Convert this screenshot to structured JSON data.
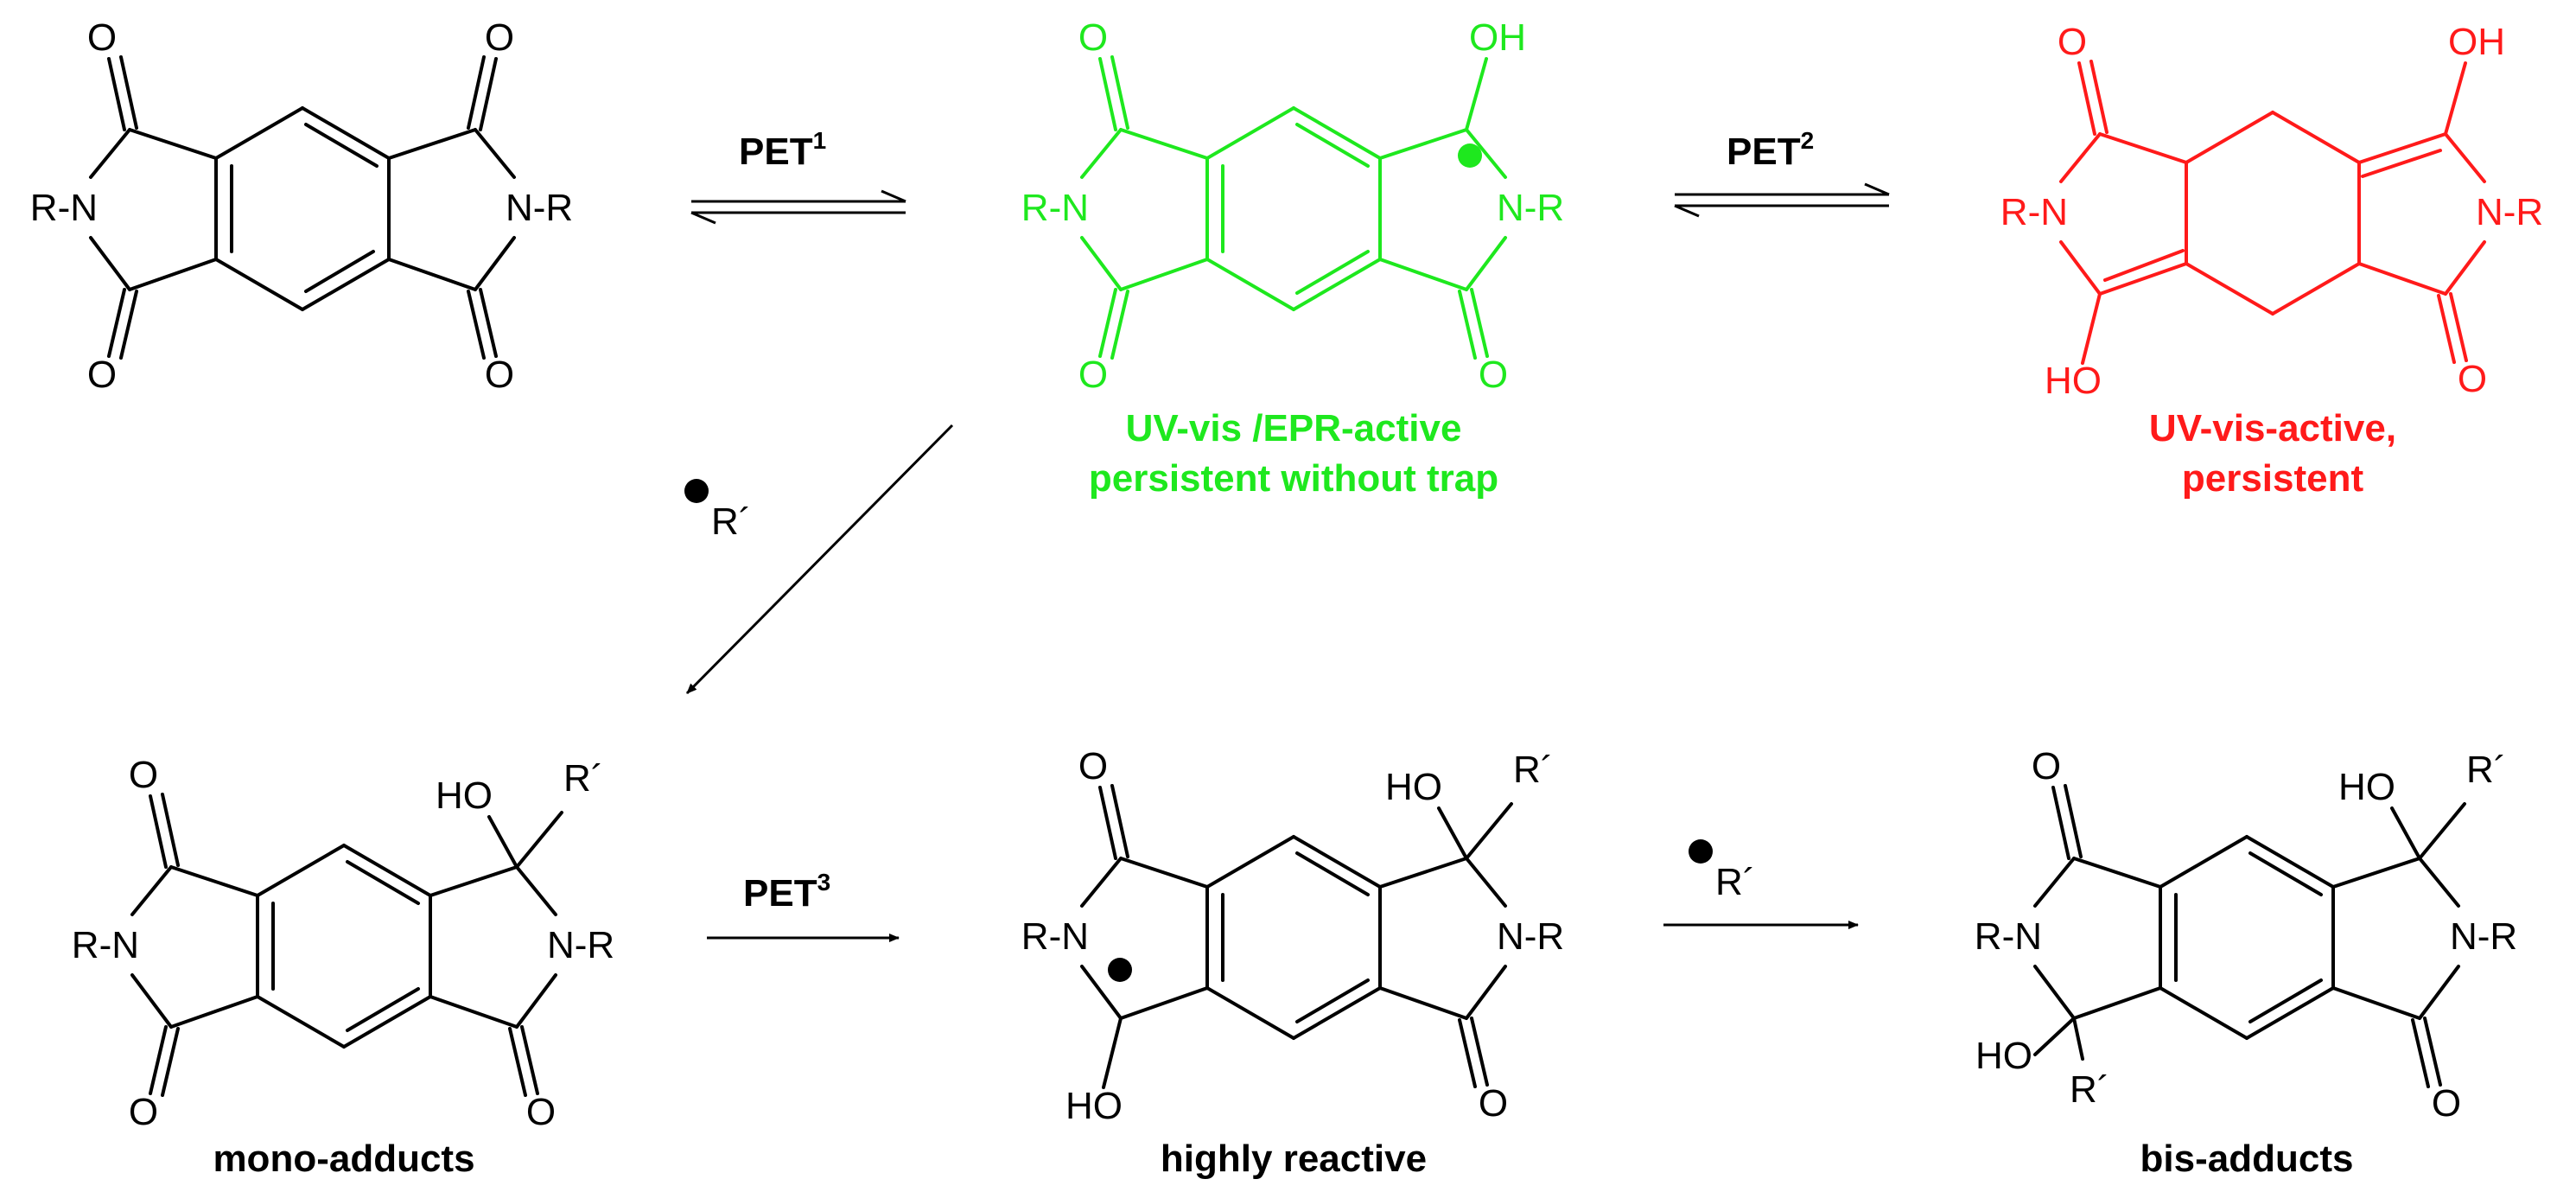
{
  "colors": {
    "black": "#000000",
    "green": "#1ee81e",
    "red": "#ff1a1a"
  },
  "atoms": {
    "o": "O",
    "oh": "OH",
    "ho": "HO",
    "nr": "N-R",
    "rn": "R-N",
    "rprime": "R´"
  },
  "arrows": {
    "pet1": {
      "label": "PET",
      "sup": "1"
    },
    "pet2": {
      "label": "PET",
      "sup": "2"
    },
    "pet3": {
      "label": "PET",
      "sup": "3"
    }
  },
  "captions": {
    "green_line1": "UV-vis /EPR-active",
    "green_line2": "persistent without trap",
    "red_line1": "UV-vis-active,",
    "red_line2": "persistent",
    "mono": "mono-adducts",
    "reactive": "highly reactive",
    "bis": "bis-adducts"
  }
}
